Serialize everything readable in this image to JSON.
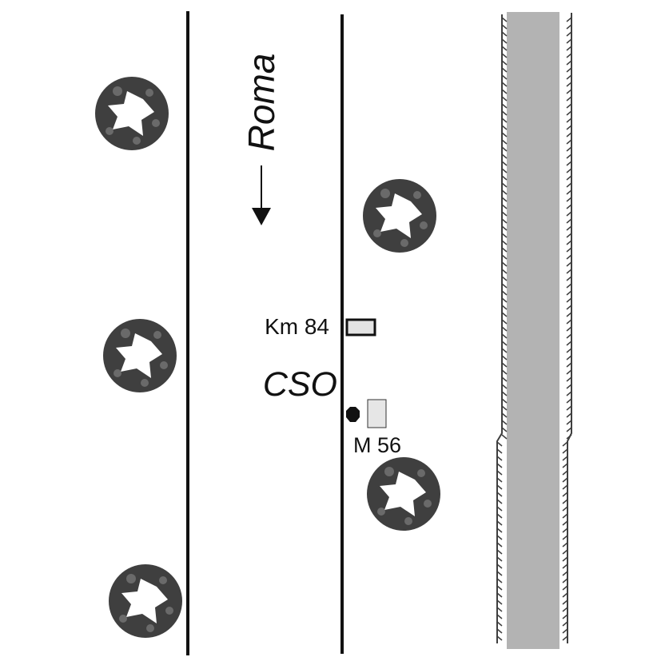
{
  "direction": {
    "label": "Roma",
    "arrow_icon": "arrow-down-icon"
  },
  "kilometer_marker": {
    "label": "Km 84",
    "icon": "km-sign-icon"
  },
  "station": {
    "label": "CSO",
    "icon": "station-point-icon"
  },
  "signal_box": {
    "label": "M 56",
    "icon": "signal-box-icon"
  },
  "colors": {
    "line": "#111111",
    "tree": "#3f3f3f",
    "tree_accent": "#6a6a6a",
    "embankment": "#b3b3b3",
    "sign_fill": "#e3e3e3",
    "box_fill": "#e6e6e6"
  }
}
